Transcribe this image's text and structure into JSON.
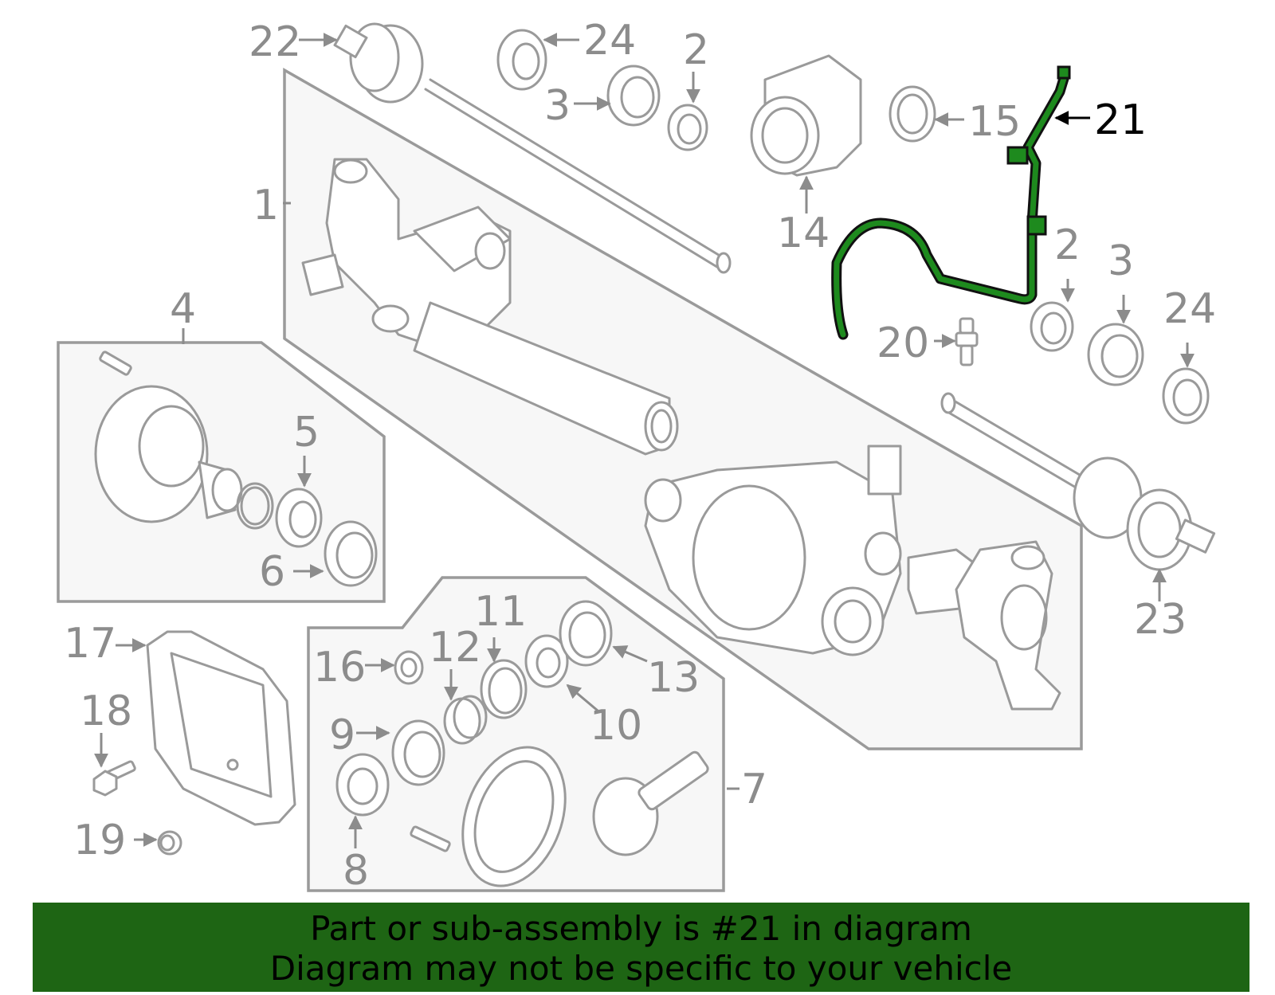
{
  "diagram": {
    "callouts": {
      "c1": "1",
      "c2a": "2",
      "c2b": "2",
      "c3a": "3",
      "c3b": "3",
      "c4": "4",
      "c5": "5",
      "c6": "6",
      "c7": "7",
      "c8": "8",
      "c9": "9",
      "c10": "10",
      "c11": "11",
      "c12": "12",
      "c13": "13",
      "c14": "14",
      "c15": "15",
      "c16": "16",
      "c17": "17",
      "c18": "18",
      "c19": "19",
      "c20": "20",
      "c21": "21",
      "c22": "22",
      "c23": "23",
      "c24a": "24",
      "c24b": "24"
    },
    "highlight_part": "21",
    "highlight_color": "#1e8a1e",
    "banner_color": "#1e6514"
  },
  "banner": {
    "line1": "Part or sub-assembly is #21 in diagram",
    "line2": "Diagram may not be specific to your vehicle"
  }
}
